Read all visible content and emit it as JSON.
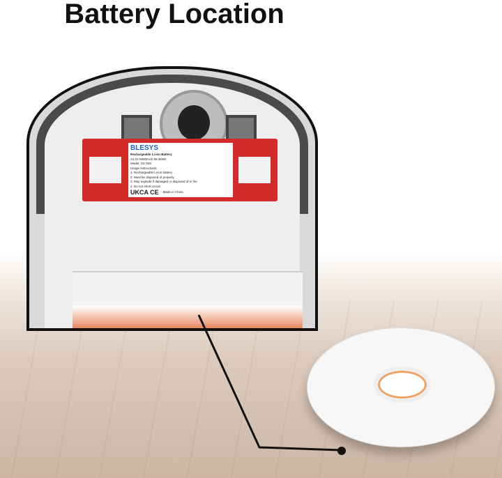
{
  "title": "Battery Location",
  "battery_label": {
    "brand": "BLESYS",
    "lines": [
      "Rechargeable Li-ion Battery",
      "14.4V 6900mAh 99.36Wh",
      "Model: SS S50"
    ],
    "instructions_heading": "Usage Instructions:",
    "instructions": [
      "1. Rechargeable Li-ion battery",
      "2. Must be disposed of properly",
      "3. May explode if damaged or disposed of in fire",
      "4. Do not short-circuit"
    ],
    "marks": "UKCA CE",
    "origin": "Made in China"
  },
  "colors": {
    "battery": "#d42a2a",
    "brand": "#1f5fd0",
    "frame": "#111111"
  }
}
